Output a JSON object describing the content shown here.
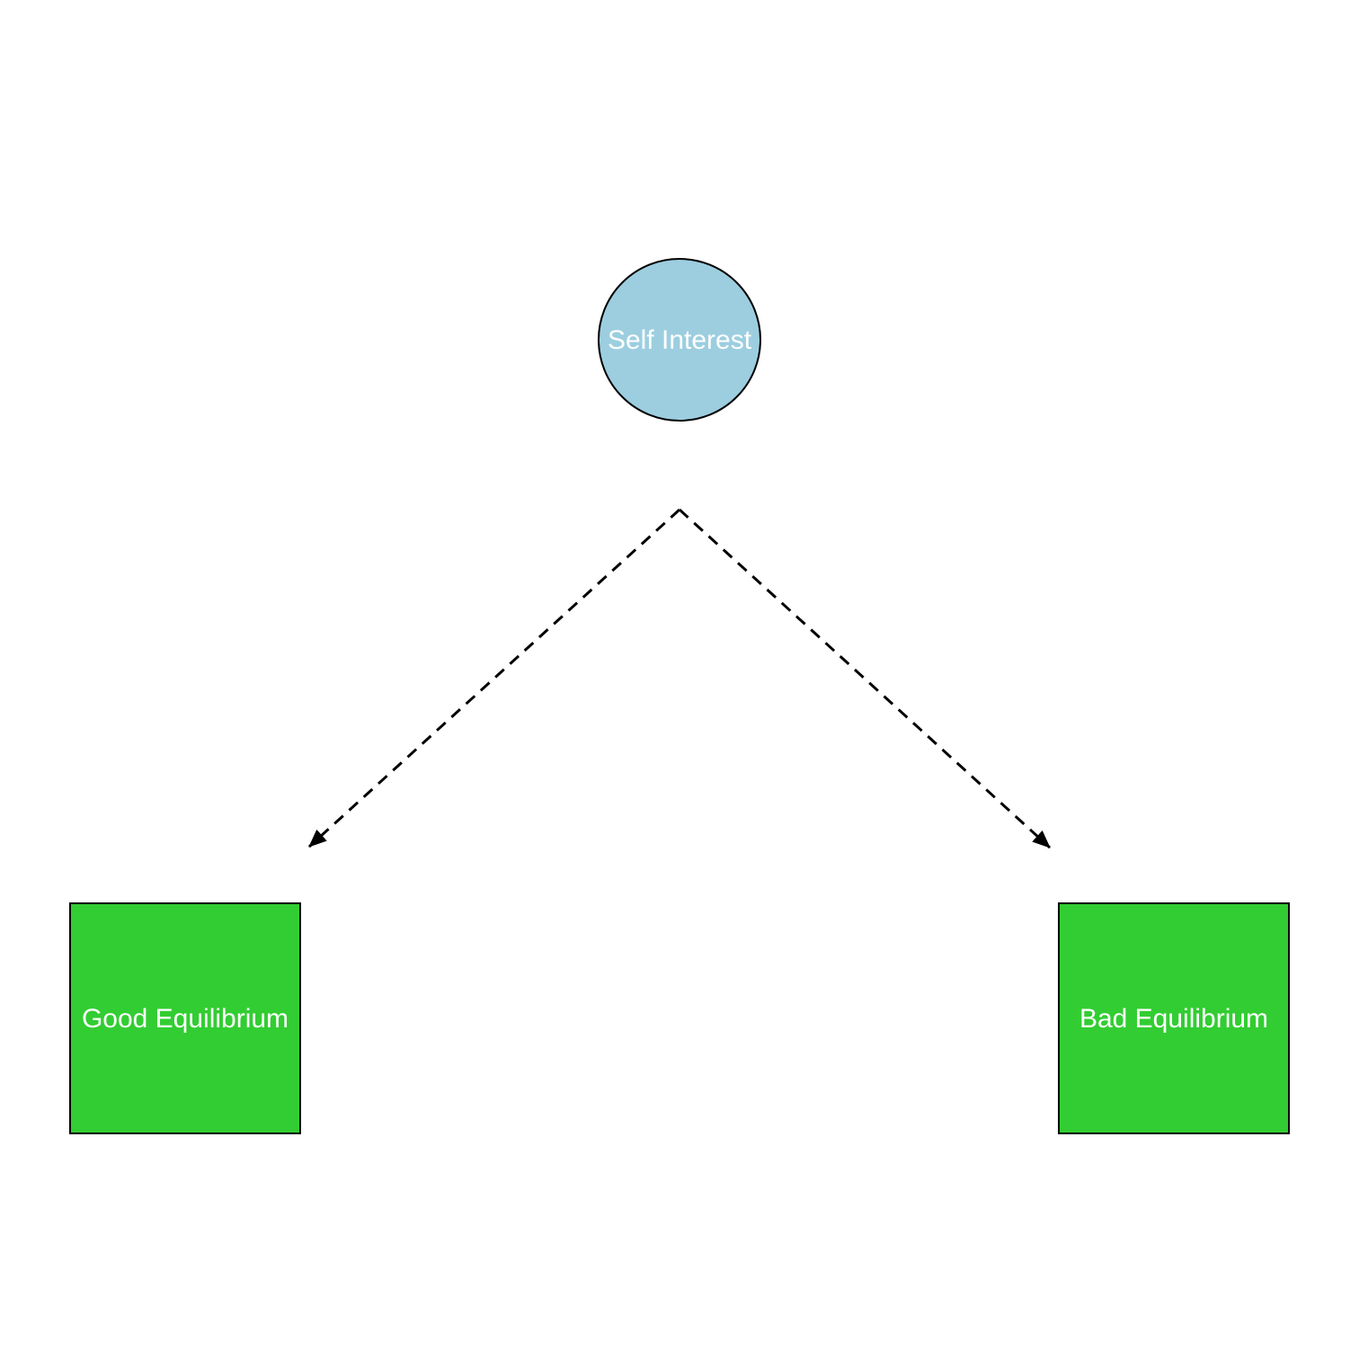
{
  "diagram": {
    "background_color": "#ffffff",
    "nodes": {
      "self_interest": {
        "label": "Self Interest",
        "shape": "circle",
        "fill": "#9ccee0",
        "border_color": "#000000",
        "text_color": "#ffffff"
      },
      "good_equilibrium": {
        "label": "Good Equilibrium",
        "shape": "square",
        "fill": "#32cd32",
        "border_color": "#000000",
        "text_color": "#ffffff"
      },
      "bad_equilibrium": {
        "label": "Bad Equilibrium",
        "shape": "square",
        "fill": "#32cd32",
        "border_color": "#000000",
        "text_color": "#ffffff"
      }
    },
    "edges": [
      {
        "from": "self_interest",
        "to": "good_equilibrium",
        "style": "dashed",
        "arrowhead": "filled-triangle",
        "color": "#000000"
      },
      {
        "from": "self_interest",
        "to": "bad_equilibrium",
        "style": "dashed",
        "arrowhead": "filled-triangle",
        "color": "#000000"
      }
    ]
  }
}
